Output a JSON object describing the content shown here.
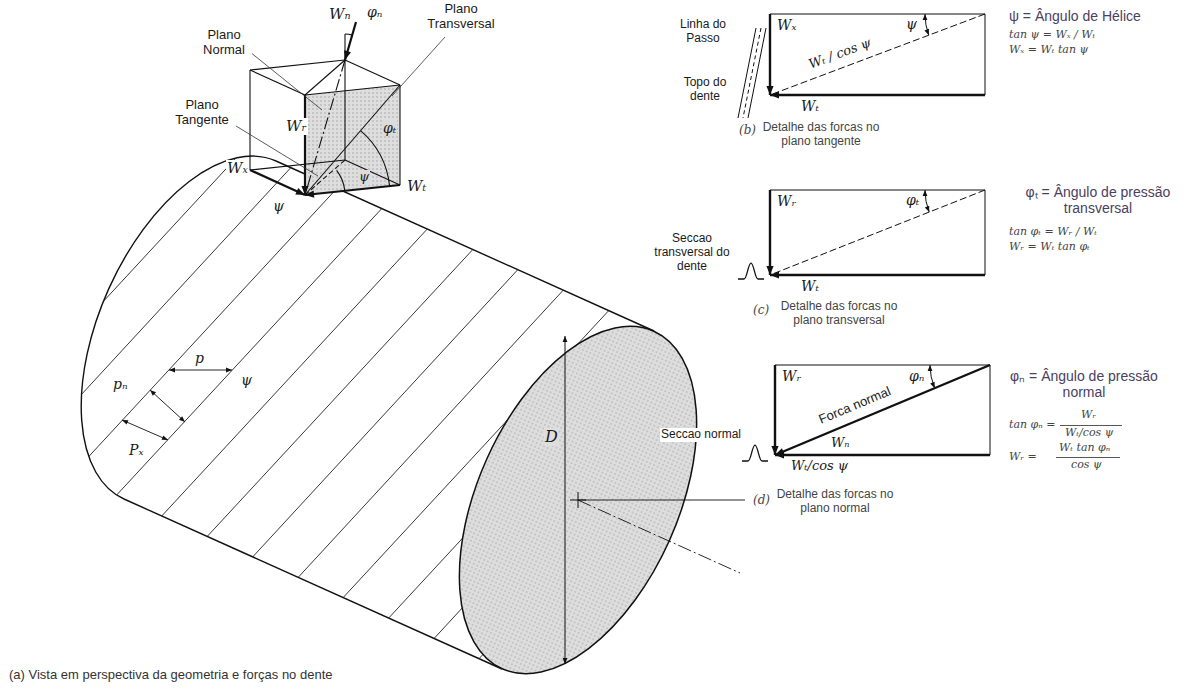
{
  "diagram": {
    "labels": [
      "Wₙ",
      "φₙ",
      "Plano Transversal",
      "Plano Normal",
      "Plano Tangente",
      "Wₓ",
      "ψ",
      "ψ",
      "φₜ",
      "Wₜ",
      "Wᵣ",
      "ψ",
      "pₙ",
      "p",
      "Pₓ",
      "D",
      "(a) Vista em perspectiva da geometria e forças no dente",
      "Wₓ",
      "Linha do Passo",
      "Topo do dente",
      "Wₜ / cos ψ",
      "ψ",
      "Wₜ",
      "(b)",
      "Detalhe das forcas no plano tangente",
      "ψ = Ângulo de Hélice",
      "tan ψ = Wₓ / Wₜ",
      "Wₓ = Wₜ tan ψ",
      "Wᵣ",
      "Seccao transversal do dente",
      "φₜ",
      "Wₜ",
      "(c)",
      "Detalhe das forcas no plano transversal",
      "φₜ = Ângulo de pressão transversal",
      "tan φₜ = Wᵣ / Wₜ",
      "Wᵣ = Wₜ tan φₜ",
      "Wᵣ",
      "Forca normal",
      "Wₙ",
      "φₙ",
      "Wₜ/cos ψ",
      "Seccao normal",
      "(d)",
      "Detalhe das forcas no plano normal",
      "φₙ = Ângulo de pressão normal",
      "tan φₙ =",
      "Wᵣ",
      "Wₜ/cos ψ",
      "Wᵣ =",
      "Wₜ tan φₙ",
      "cos ψ"
    ]
  }
}
